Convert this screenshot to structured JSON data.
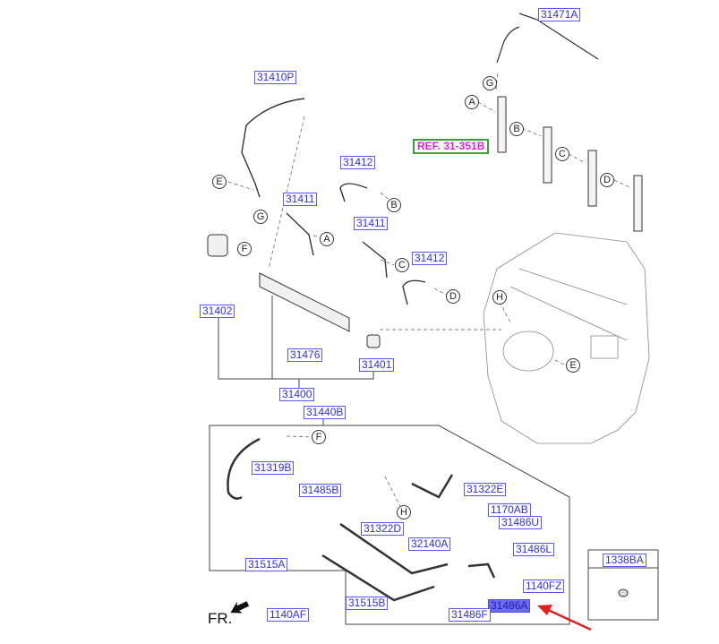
{
  "diagram": {
    "direction_label": "FR.",
    "reference_label": "REF. 31-351B",
    "colors": {
      "label_border": "#5a5af0",
      "label_text": "#3030d8",
      "selected_fill": "#6a6af5",
      "ref_text": "#e020e0",
      "ref_border": "#3aa03a",
      "pointer_arrow": "#e02020"
    },
    "selected_part": "31486A",
    "parts": [
      {
        "id": "31471A"
      },
      {
        "id": "31410P"
      },
      {
        "id": "31412"
      },
      {
        "id": "31411"
      },
      {
        "id": "31411"
      },
      {
        "id": "31412"
      },
      {
        "id": "31402"
      },
      {
        "id": "31476"
      },
      {
        "id": "31401"
      },
      {
        "id": "31400"
      },
      {
        "id": "31440B"
      },
      {
        "id": "31319B"
      },
      {
        "id": "31485B"
      },
      {
        "id": "31322E"
      },
      {
        "id": "1170AB"
      },
      {
        "id": "31486U"
      },
      {
        "id": "31322D"
      },
      {
        "id": "32140A"
      },
      {
        "id": "31486L"
      },
      {
        "id": "31515A"
      },
      {
        "id": "1140FZ"
      },
      {
        "id": "31515B"
      },
      {
        "id": "31486A"
      },
      {
        "id": "1140AF"
      },
      {
        "id": "31486F"
      },
      {
        "id": "1338BA"
      }
    ],
    "callouts": [
      "A",
      "B",
      "C",
      "D",
      "E",
      "F",
      "G",
      "H",
      "A",
      "B",
      "C",
      "D",
      "E",
      "F",
      "G",
      "H"
    ]
  }
}
